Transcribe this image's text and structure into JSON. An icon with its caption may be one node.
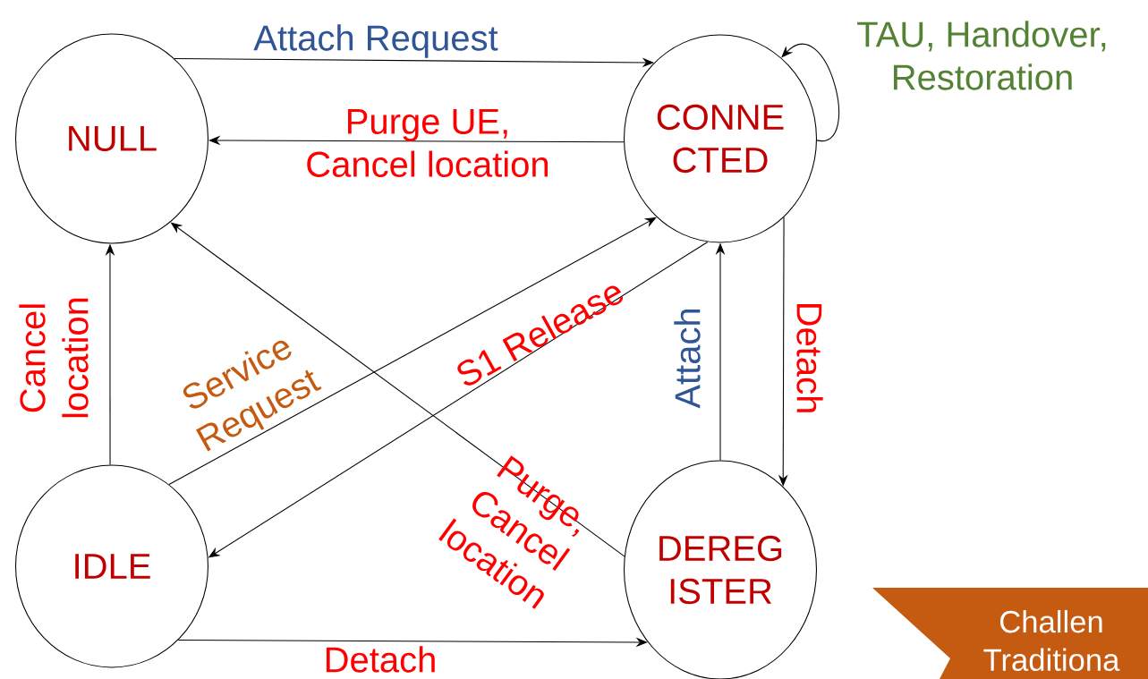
{
  "diagram": {
    "nodes": [
      {
        "text": [
          "NULL"
        ]
      },
      {
        "text": [
          "CONNE CTED"
        ]
      },
      {
        "text": [
          "IDLE"
        ]
      },
      {
        "text": [
          "DEREG ISTER"
        ]
      },
      {
        "text": [
          "Challen Traditiona"
        ]
      }
    ],
    "edges": [
      {
        "from": 0,
        "to": 1,
        "arrow": "to",
        "label": "Attach Request"
      },
      {
        "from": 1,
        "to": 0,
        "arrow": "to",
        "label": "Purge UE, Cancel location"
      },
      {
        "from": 1,
        "to": 1,
        "arrow": "to",
        "label": "TAU, Handover, Restoration"
      },
      {
        "from": 2,
        "to": 0,
        "arrow": "to",
        "label": "Cancel location"
      },
      {
        "from": 2,
        "to": 1,
        "arrow": "to",
        "label": "Service Request"
      },
      {
        "from": 1,
        "to": 2,
        "arrow": "to",
        "label": "S1 Release"
      },
      {
        "from": 3,
        "to": 0,
        "arrow": "to",
        "label": "Purge, Cancel location"
      },
      {
        "from": 3,
        "to": 1,
        "arrow": "to",
        "label": "Attach"
      },
      {
        "from": 1,
        "to": 3,
        "arrow": "to",
        "label": "Detach"
      },
      {
        "from": 2,
        "to": 3,
        "arrow": "to",
        "label": "Detach"
      }
    ]
  }
}
